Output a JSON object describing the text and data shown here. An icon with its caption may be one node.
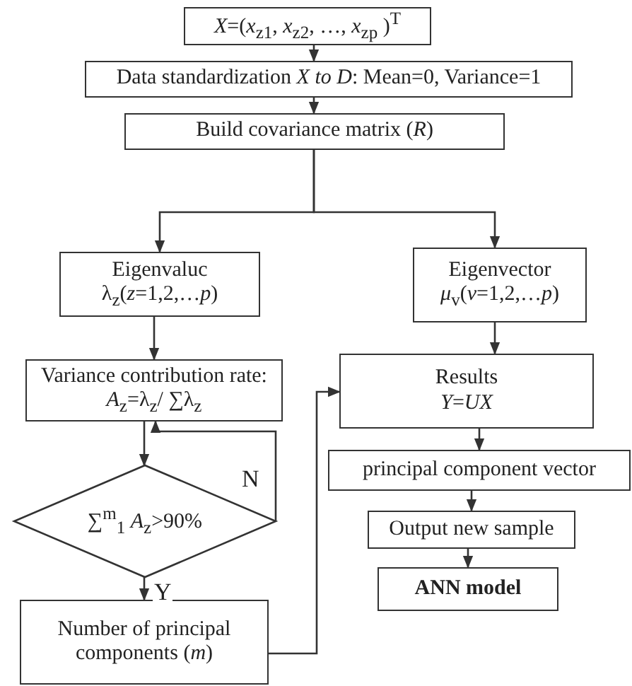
{
  "diagram": {
    "nodes": [
      {
        "text": [
          "*X*=(*x*$_{z1}$, *x*$_{z2}$, …, *x*$_{zp}$ )$^{T}$"
        ]
      },
      {
        "text": [
          "Data standardization *X to D*: Mean=0, Variance=1"
        ]
      },
      {
        "text": [
          "Build covariance matrix (*R*)"
        ]
      },
      {
        "text": [
          "Eigenvaluc",
          "λ$_{z}$(*z*=1,2,…*p*)"
        ]
      },
      {
        "text": [
          "Variance contribution rate: *A*$_{z}$=λ$_{z}$/ ∑λ$_{z}$"
        ]
      },
      {
        "text": [
          "∑$^{m}$$_{1}$ *A*$_{z}$>90%"
        ]
      },
      {
        "text": [
          "Number of principal components (*m*)"
        ]
      },
      {
        "text": [
          "Eigenvector",
          "*μ*$_{v}$(*v*=1,2,…*p*)"
        ]
      },
      {
        "text": [
          "Results",
          "*Y*=*UX*"
        ]
      },
      {
        "text": [
          "principal component vector"
        ]
      },
      {
        "text": [
          "Output new sample"
        ]
      },
      {
        "text": [
          "ANN model"
        ]
      }
    ],
    "edges": [
      {
        "from": 0,
        "to": 1,
        "arrow": "to"
      },
      {
        "from": 1,
        "to": 2,
        "arrow": "to"
      },
      {
        "from": 2,
        "to": 3,
        "arrow": "to"
      },
      {
        "from": 2,
        "to": 7,
        "arrow": "to"
      },
      {
        "from": 3,
        "to": 4,
        "arrow": "to"
      },
      {
        "from": 4,
        "to": 5,
        "arrow": "to"
      },
      {
        "from": 5,
        "to": 4,
        "arrow": "to",
        "label": "N"
      },
      {
        "from": 5,
        "to": 6,
        "arrow": "to",
        "label": "Y"
      },
      {
        "from": 6,
        "to": 8,
        "arrow": "to"
      },
      {
        "from": 7,
        "to": 8,
        "arrow": "to"
      },
      {
        "from": 8,
        "to": 9,
        "arrow": "to"
      },
      {
        "from": 9,
        "to": 10,
        "arrow": "to"
      },
      {
        "from": 10,
        "to": 11,
        "arrow": "to"
      }
    ]
  }
}
